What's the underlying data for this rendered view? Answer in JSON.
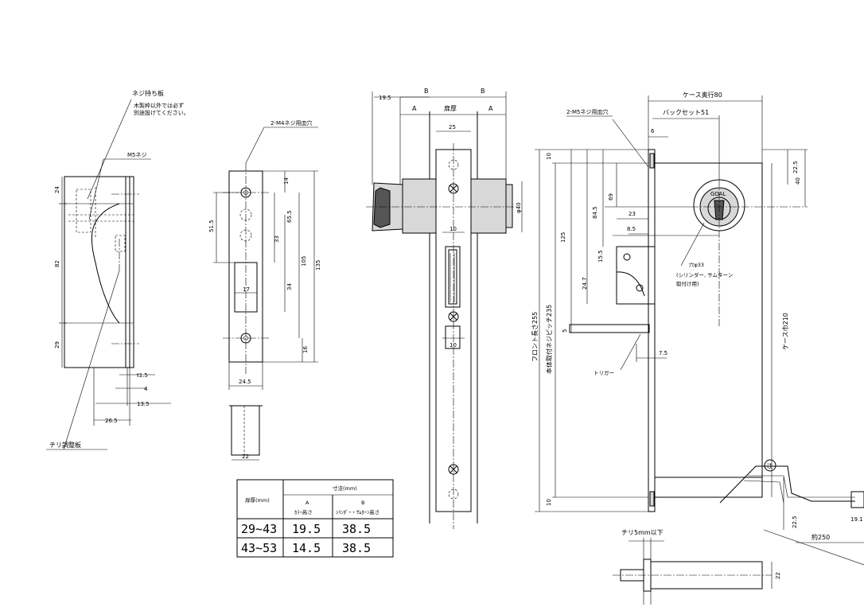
{
  "left_view": {
    "screw_plate_label": "ネジ持ち板",
    "screw_plate_note1": "木製枠以外では必ず",
    "screw_plate_note2": "別途設けてください。",
    "m5_label": "M5ネジ",
    "adjust_plate_label": "チリ調整板",
    "dim_24": "24",
    "dim_82": "82",
    "dim_29": "29",
    "dim_t15": "t1.5",
    "dim_4": "4",
    "dim_13_5": "13.5",
    "dim_26_5": "26.5"
  },
  "strike_view": {
    "hole_label": "2-M4ネジ用皿穴",
    "dim_51_5": "51.5",
    "dim_14": "14",
    "dim_65_5": "65.5",
    "dim_33": "33",
    "dim_105": "105",
    "dim_135": "135",
    "dim_34": "34",
    "dim_17": "17",
    "dim_16": "16",
    "dim_24_5": "24.5",
    "dim_22": "22"
  },
  "table": {
    "col1_header": "扉厚(mm)",
    "dim_header": "寸法(mm)",
    "a_header": "A",
    "a_sub": "ｶﾗｰ高さ",
    "b_header": "B",
    "b_sub": "ｼﾘﾝﾀﾞｰ・ｻﾑﾀｰﾝ高さ",
    "rows": [
      {
        "thick": "29~43",
        "a": "19.5",
        "b": "38.5"
      },
      {
        "thick": "43~53",
        "a": "14.5",
        "b": "38.5"
      }
    ]
  },
  "front_view": {
    "dim_19_5": "19.5",
    "dim_B1": "B",
    "dim_B2": "B",
    "dim_A1": "A",
    "dim_A2": "A",
    "door_thickness": "扉厚",
    "dim_25": "25",
    "dim_phi40": "φ40",
    "dim_10a": "10",
    "dim_10b": "10"
  },
  "side_view": {
    "case_depth": "ケース奥行80",
    "backset": "バックセット51",
    "m5_holes": "2-M5ネジ用皿穴",
    "dim_6": "6",
    "dim_10_top": "10",
    "dim_22_5_top": "22.5",
    "dim_40": "40",
    "dim_69": "69",
    "dim_84_5": "84.5",
    "dim_125": "125",
    "dim_23": "23",
    "dim_8_5": "8.5",
    "dim_15_5": "15.5",
    "dim_24_7": "24.7",
    "dim_5": "5",
    "dim_7_5": "7.5",
    "hole_label": "穴φ33",
    "hole_note1": "(シリンダー, サムターン",
    "hole_note2": "取付け用)",
    "front_length": "フロント長さ255",
    "pitch": "本体取付ネジピッチ235",
    "case_width": "ケース巾210",
    "trigger": "トリガー",
    "dim_10_bottom": "10",
    "dim_22_5_bottom": "22.5",
    "approx": "約250",
    "dim_19_1": "19.1",
    "chiri": "チリ5mm以下",
    "dim_22": "22",
    "cylinder_brand": "GOAL",
    "note_mark": "注"
  }
}
